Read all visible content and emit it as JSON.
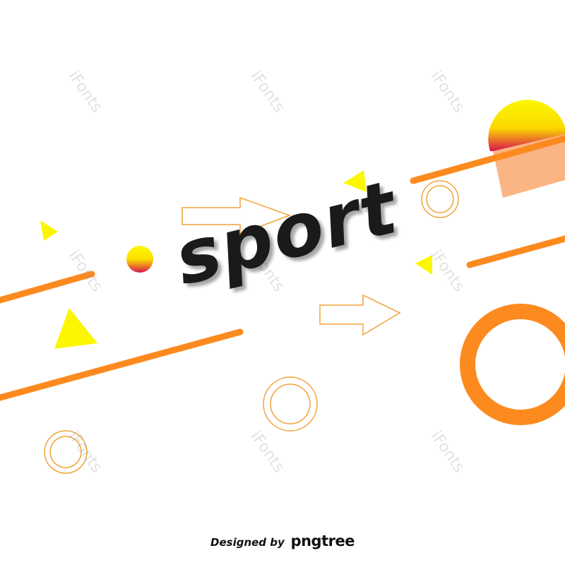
{
  "headline": "sport",
  "watermark_text": "iFonts",
  "footer": {
    "designed_by": "Designed by",
    "brand": "pngtree"
  },
  "colors": {
    "orange": "#fc8a1f",
    "yellow": "#fcf700",
    "magenta": "#d8144d",
    "peach": "#fbb484",
    "outline": "#f2a23a",
    "text": "#1a1a1a"
  }
}
